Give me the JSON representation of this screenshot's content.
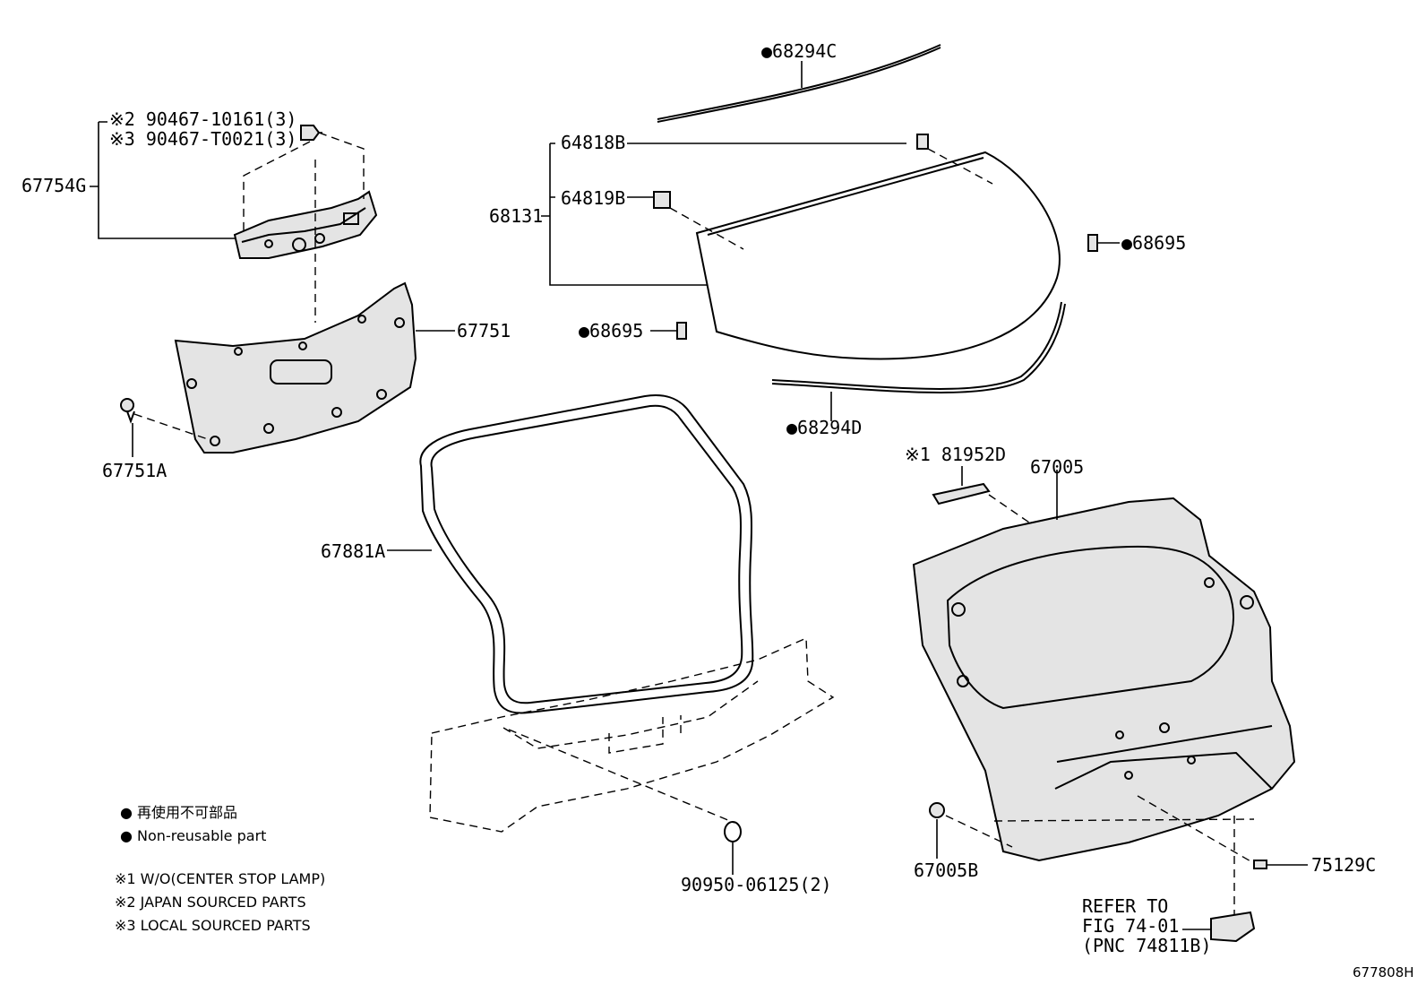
{
  "labels": {
    "c68294": "●68294C",
    "l90467a": "※2 90467-10161(3)",
    "l90467b": "※3 90467-T0021(3)",
    "l67754g": "67754G",
    "l64818b": "64818B",
    "l68131": "68131",
    "l64819b": "64819B",
    "l68695r": "●68695",
    "l67751": "67751",
    "l68695l": "●68695",
    "l67751a": "67751A",
    "l68294d": "●68294D",
    "l81952d": "※1 81952D",
    "l67005": "67005",
    "l67881a": "67881A",
    "l90950": "90950-06125(2)",
    "l67005b": "67005B",
    "l75129c": "75129C",
    "refer1": "REFER TO",
    "refer2": "FIG 74-01",
    "refer3": "(PNC 74811B)",
    "fig_id": "677808H"
  },
  "legend": {
    "jp": "● 再使用不可部品",
    "en": "● Non-reusable part",
    "note1": "※1 W/O(CENTER STOP LAMP)",
    "note2": "※2 JAPAN SOURCED PARTS",
    "note3": "※3 LOCAL SOURCED PARTS"
  }
}
